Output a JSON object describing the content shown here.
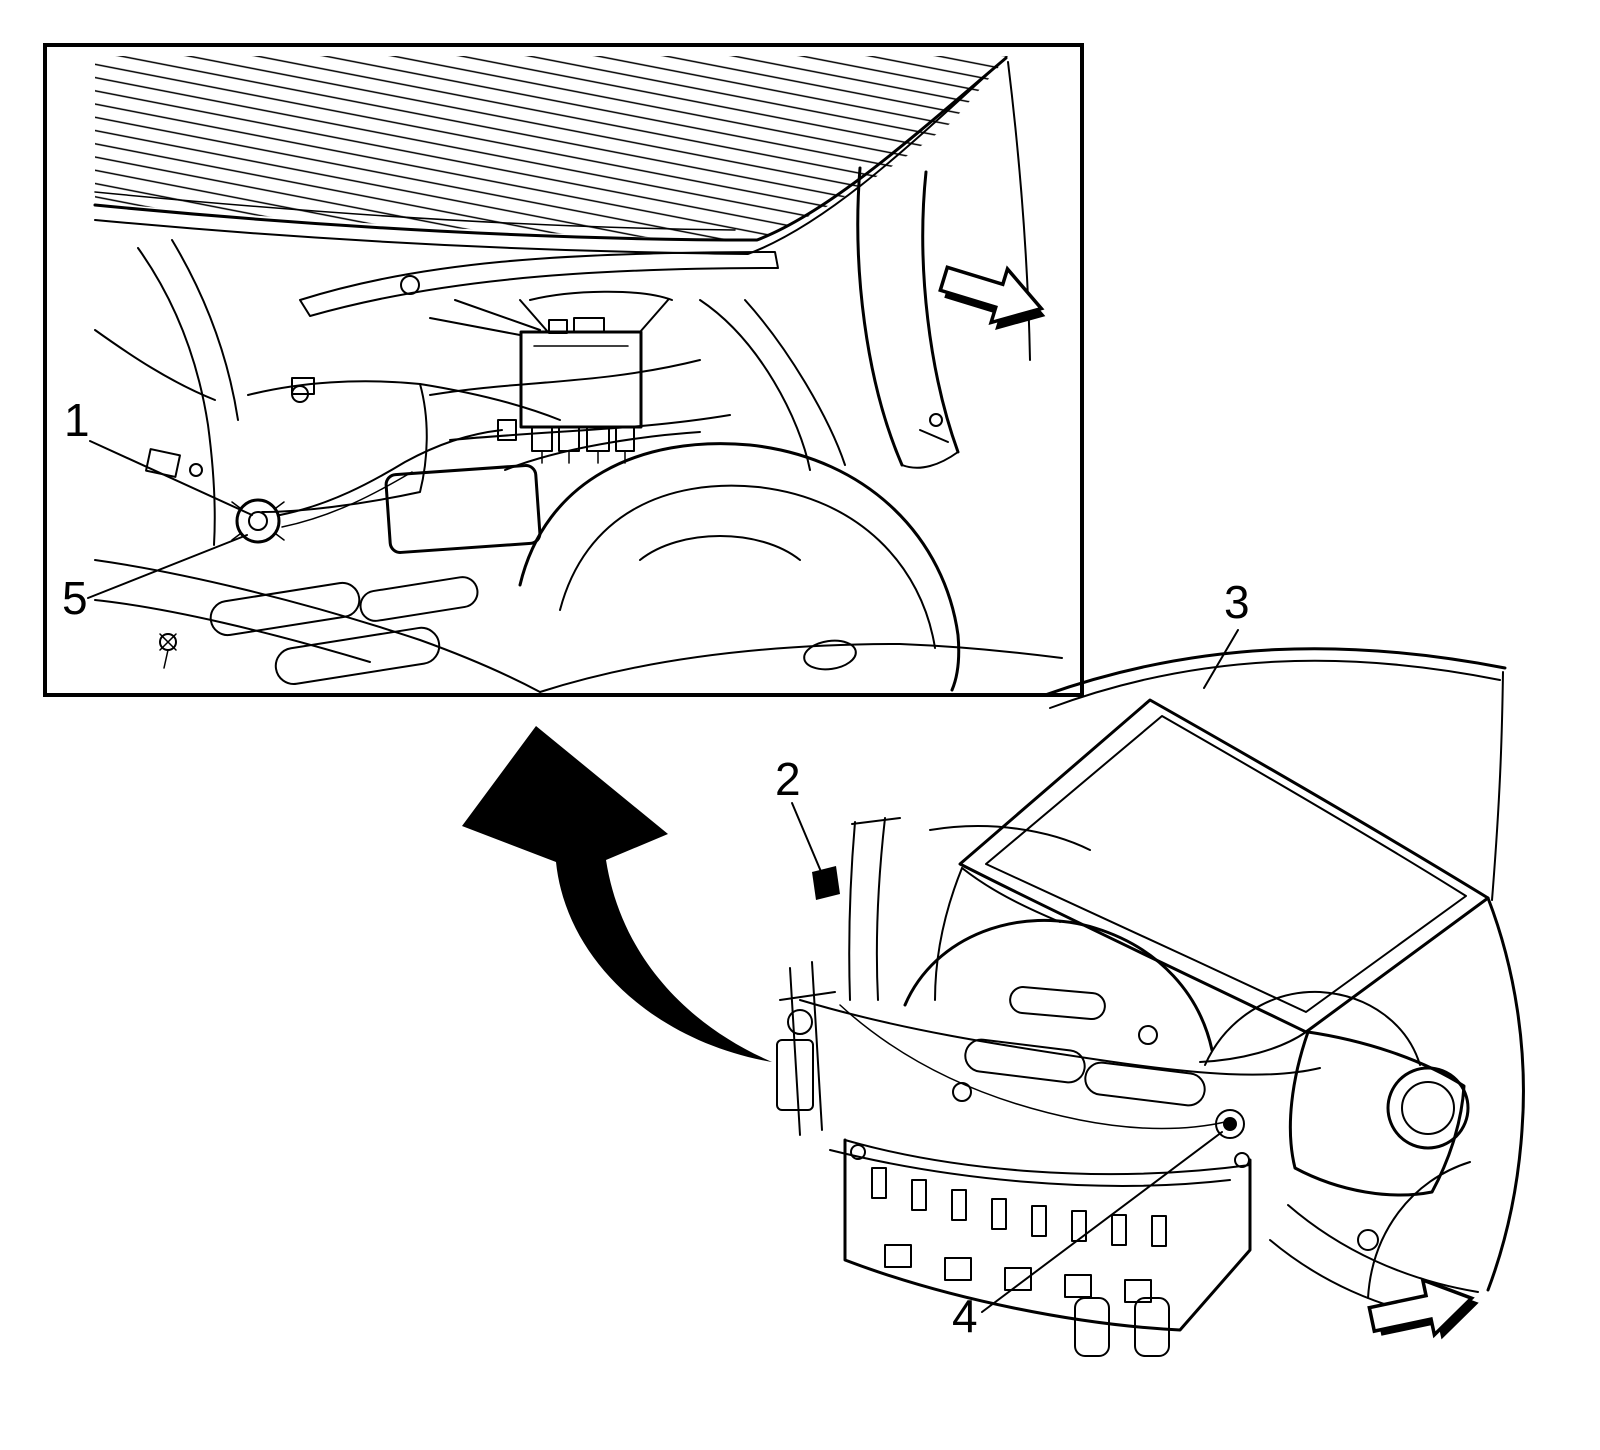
{
  "figure": {
    "colors": {
      "line": "#000000",
      "background": "#ffffff"
    },
    "callouts": {
      "c1": "1",
      "c2": "2",
      "c3": "3",
      "c4": "4",
      "c5": "5"
    }
  }
}
